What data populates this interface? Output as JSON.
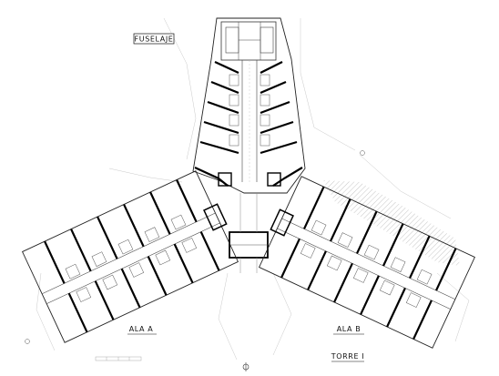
{
  "labels": {
    "north_wing": "FUSELAJE",
    "wing_a": "ALA A",
    "wing_b": "ALA B",
    "tower": "TORRE I"
  }
}
